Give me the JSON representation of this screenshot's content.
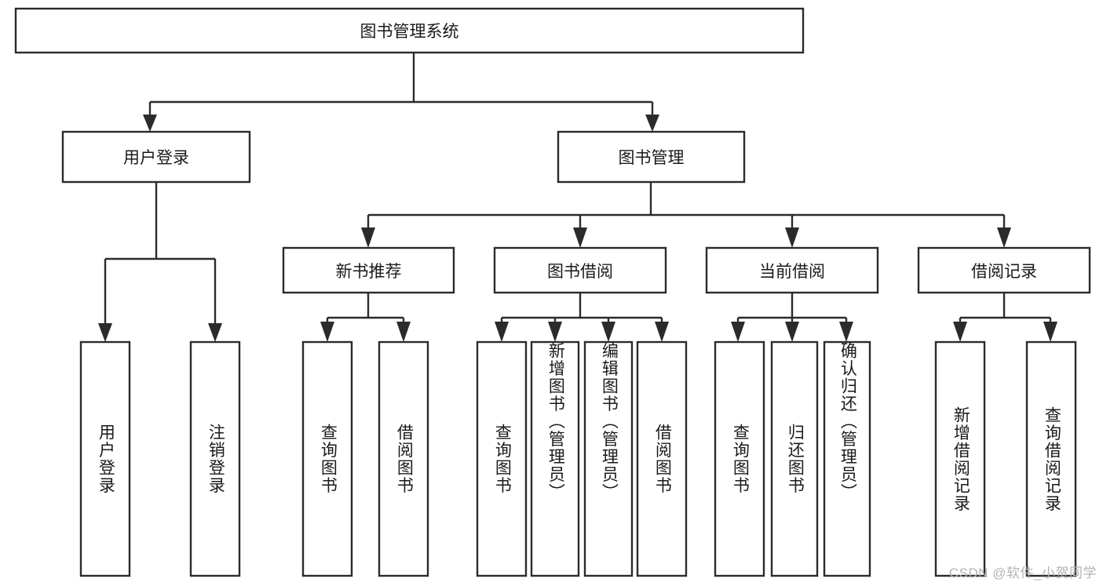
{
  "diagram": {
    "type": "tree-hierarchy-chart",
    "title": "图书管理系统",
    "watermark": "CSDN @软件_小贺同学",
    "colors": {
      "box_fill": "#ffffff",
      "box_stroke": "#2b2b2b",
      "text": "#1a1a1a",
      "background": "#ffffff",
      "watermark": "#b4b4b4"
    },
    "levels": {
      "root": {
        "label": "图书管理系统"
      },
      "level2": [
        {
          "label": "用户登录"
        },
        {
          "label": "图书管理"
        }
      ],
      "level3": [
        {
          "label": "新书推荐"
        },
        {
          "label": "图书借阅"
        },
        {
          "label": "当前借阅"
        },
        {
          "label": "借阅记录"
        }
      ]
    },
    "leaves": {
      "user_login_group": [
        {
          "label": "用户登录"
        },
        {
          "label": "注销登录"
        }
      ],
      "new_book_group": [
        {
          "label": "查询图书"
        },
        {
          "label": "借阅图书"
        }
      ],
      "book_borrow_group": [
        {
          "label": "查询图书"
        },
        {
          "label": "新增图书（管理员）"
        },
        {
          "label": "编辑图书（管理员）"
        },
        {
          "label": "借阅图书"
        }
      ],
      "current_borrow_group": [
        {
          "label": "查询图书"
        },
        {
          "label": "归还图书"
        },
        {
          "label": "确认归还（管理员）"
        }
      ],
      "borrow_record_group": [
        {
          "label": "新增借阅记录"
        },
        {
          "label": "查询借阅记录"
        }
      ]
    }
  }
}
